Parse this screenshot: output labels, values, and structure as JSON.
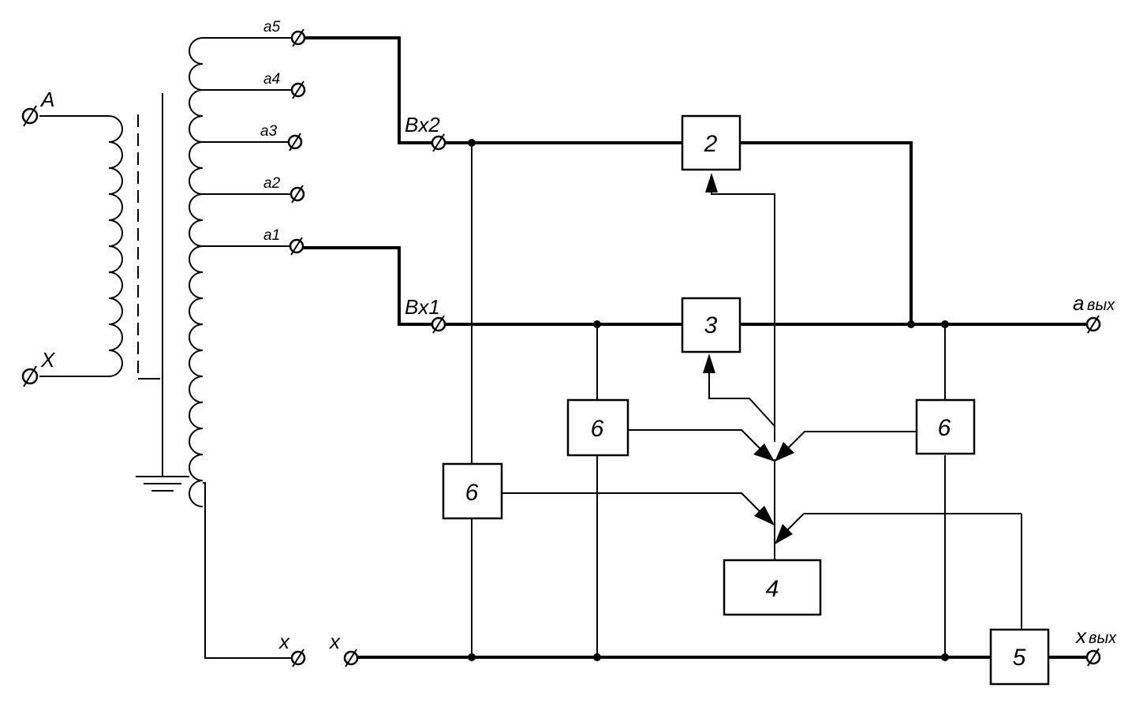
{
  "primary_terminals": {
    "a": "A",
    "x": "X"
  },
  "taps": [
    "a5",
    "a4",
    "a3",
    "a2",
    "a1"
  ],
  "inputs": {
    "in1": "Bx1",
    "in2": "Bx2"
  },
  "neutral_terminals": {
    "x1": "x",
    "x2": "x"
  },
  "outputs": {
    "a_out_main": "a",
    "a_out_sub": "вых",
    "x_out_main": "x",
    "x_out_sub": "вых"
  },
  "blocks": {
    "b2": "2",
    "b3": "3",
    "b4": "4",
    "b5": "5",
    "b6": "6"
  }
}
